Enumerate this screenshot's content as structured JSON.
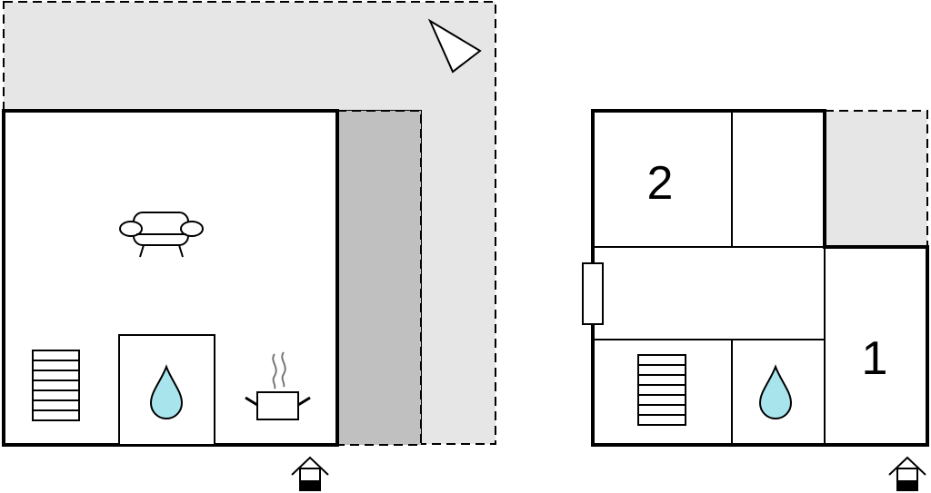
{
  "colors": {
    "wall": "#000000",
    "background": "#ffffff",
    "outdoor_light": "#e6e6e6",
    "outdoor_dark": "#c0c0c0",
    "water": "#a8e4ec"
  },
  "ground_floor": {
    "icons": [
      "north-arrow-icon",
      "sofa-icon",
      "stairs-icon",
      "bathroom-water-drop-icon",
      "kitchen-pot-icon",
      "entrance-icon"
    ]
  },
  "upper_floor": {
    "rooms": [
      {
        "id": "bedroom-2",
        "label": "2"
      },
      {
        "id": "bedroom-1",
        "label": "1"
      }
    ],
    "icons": [
      "stairs-icon",
      "bathroom-water-drop-icon",
      "window-icon",
      "entrance-icon"
    ]
  }
}
